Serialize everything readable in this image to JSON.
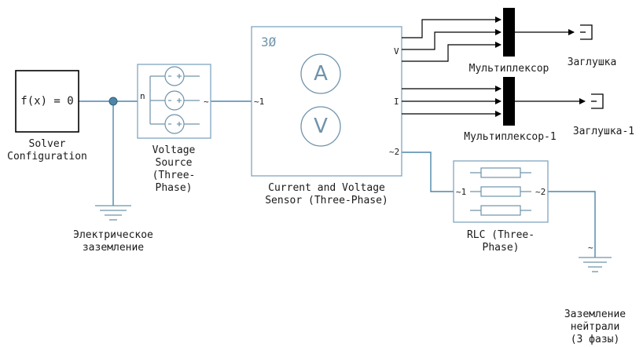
{
  "colors": {
    "wire_blue": "#4d86a8",
    "block_border": "#7fa6bf",
    "icon_stroke": "#6f93ab",
    "signal": "#000000",
    "mux_fill": "#000000"
  },
  "blocks": {
    "solver": {
      "icon_text": "f(x) = 0",
      "label_line1": "Solver",
      "label_line2": "Configuration"
    },
    "voltage_source": {
      "port_n": "n",
      "port_tilde": "~",
      "label_line1": "Voltage",
      "label_line2": "Source",
      "label_line3": "(Three-",
      "label_line4": "Phase)"
    },
    "sensor": {
      "badge": "3Ø",
      "ammeter_symbol": "A",
      "voltmeter_symbol": "V",
      "port_in": "~1",
      "port_v": "V",
      "port_i": "I",
      "port_out": "~2",
      "label_line1": "Current and Voltage",
      "label_line2": "Sensor (Three-Phase)"
    },
    "rlc": {
      "port_left": "~1",
      "port_right": "~2",
      "label_line1": "RLC (Three-",
      "label_line2": "Phase)"
    },
    "mux1": {
      "label": "Мультиплексор"
    },
    "mux2": {
      "label": "Мультиплексор-1"
    },
    "term1": {
      "label": "Заглушка"
    },
    "term2": {
      "label": "Заглушка-1"
    },
    "ground": {
      "label_line1": "Электрическое",
      "label_line2": "заземление"
    },
    "neutral_ground": {
      "port_tilde": "~",
      "label_line1": "Заземление",
      "label_line2": "нейтрали",
      "label_line3": "(3 фазы)"
    }
  }
}
